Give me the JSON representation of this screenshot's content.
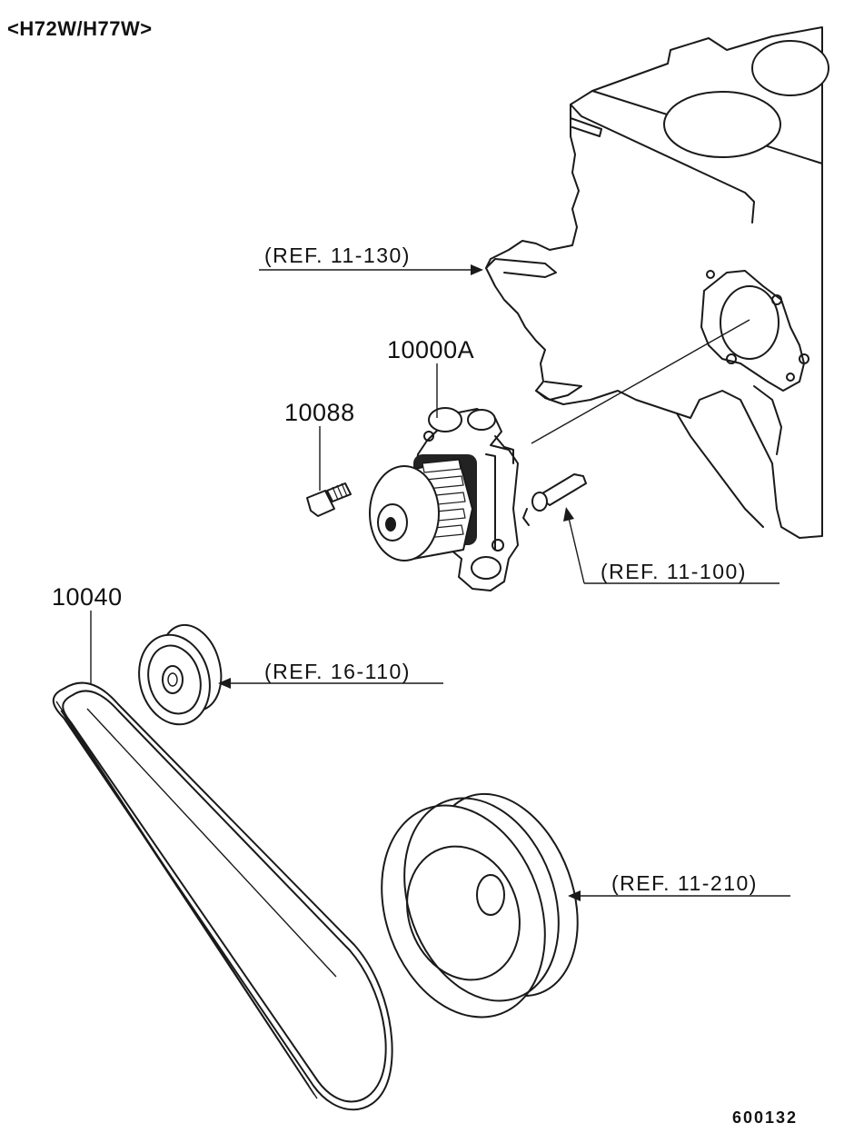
{
  "diagram": {
    "title": "<H72W/H77W>",
    "part_numbers": {
      "water_pump": "10000A",
      "bolt": "10088",
      "belt": "10040"
    },
    "references": {
      "engine_block": "(REF. 11-130)",
      "gasket": "(REF. 11-100)",
      "idler_pulley": "(REF. 16-110)",
      "crank_pulley": "(REF. 11-210)"
    },
    "figure_code": "600132"
  }
}
